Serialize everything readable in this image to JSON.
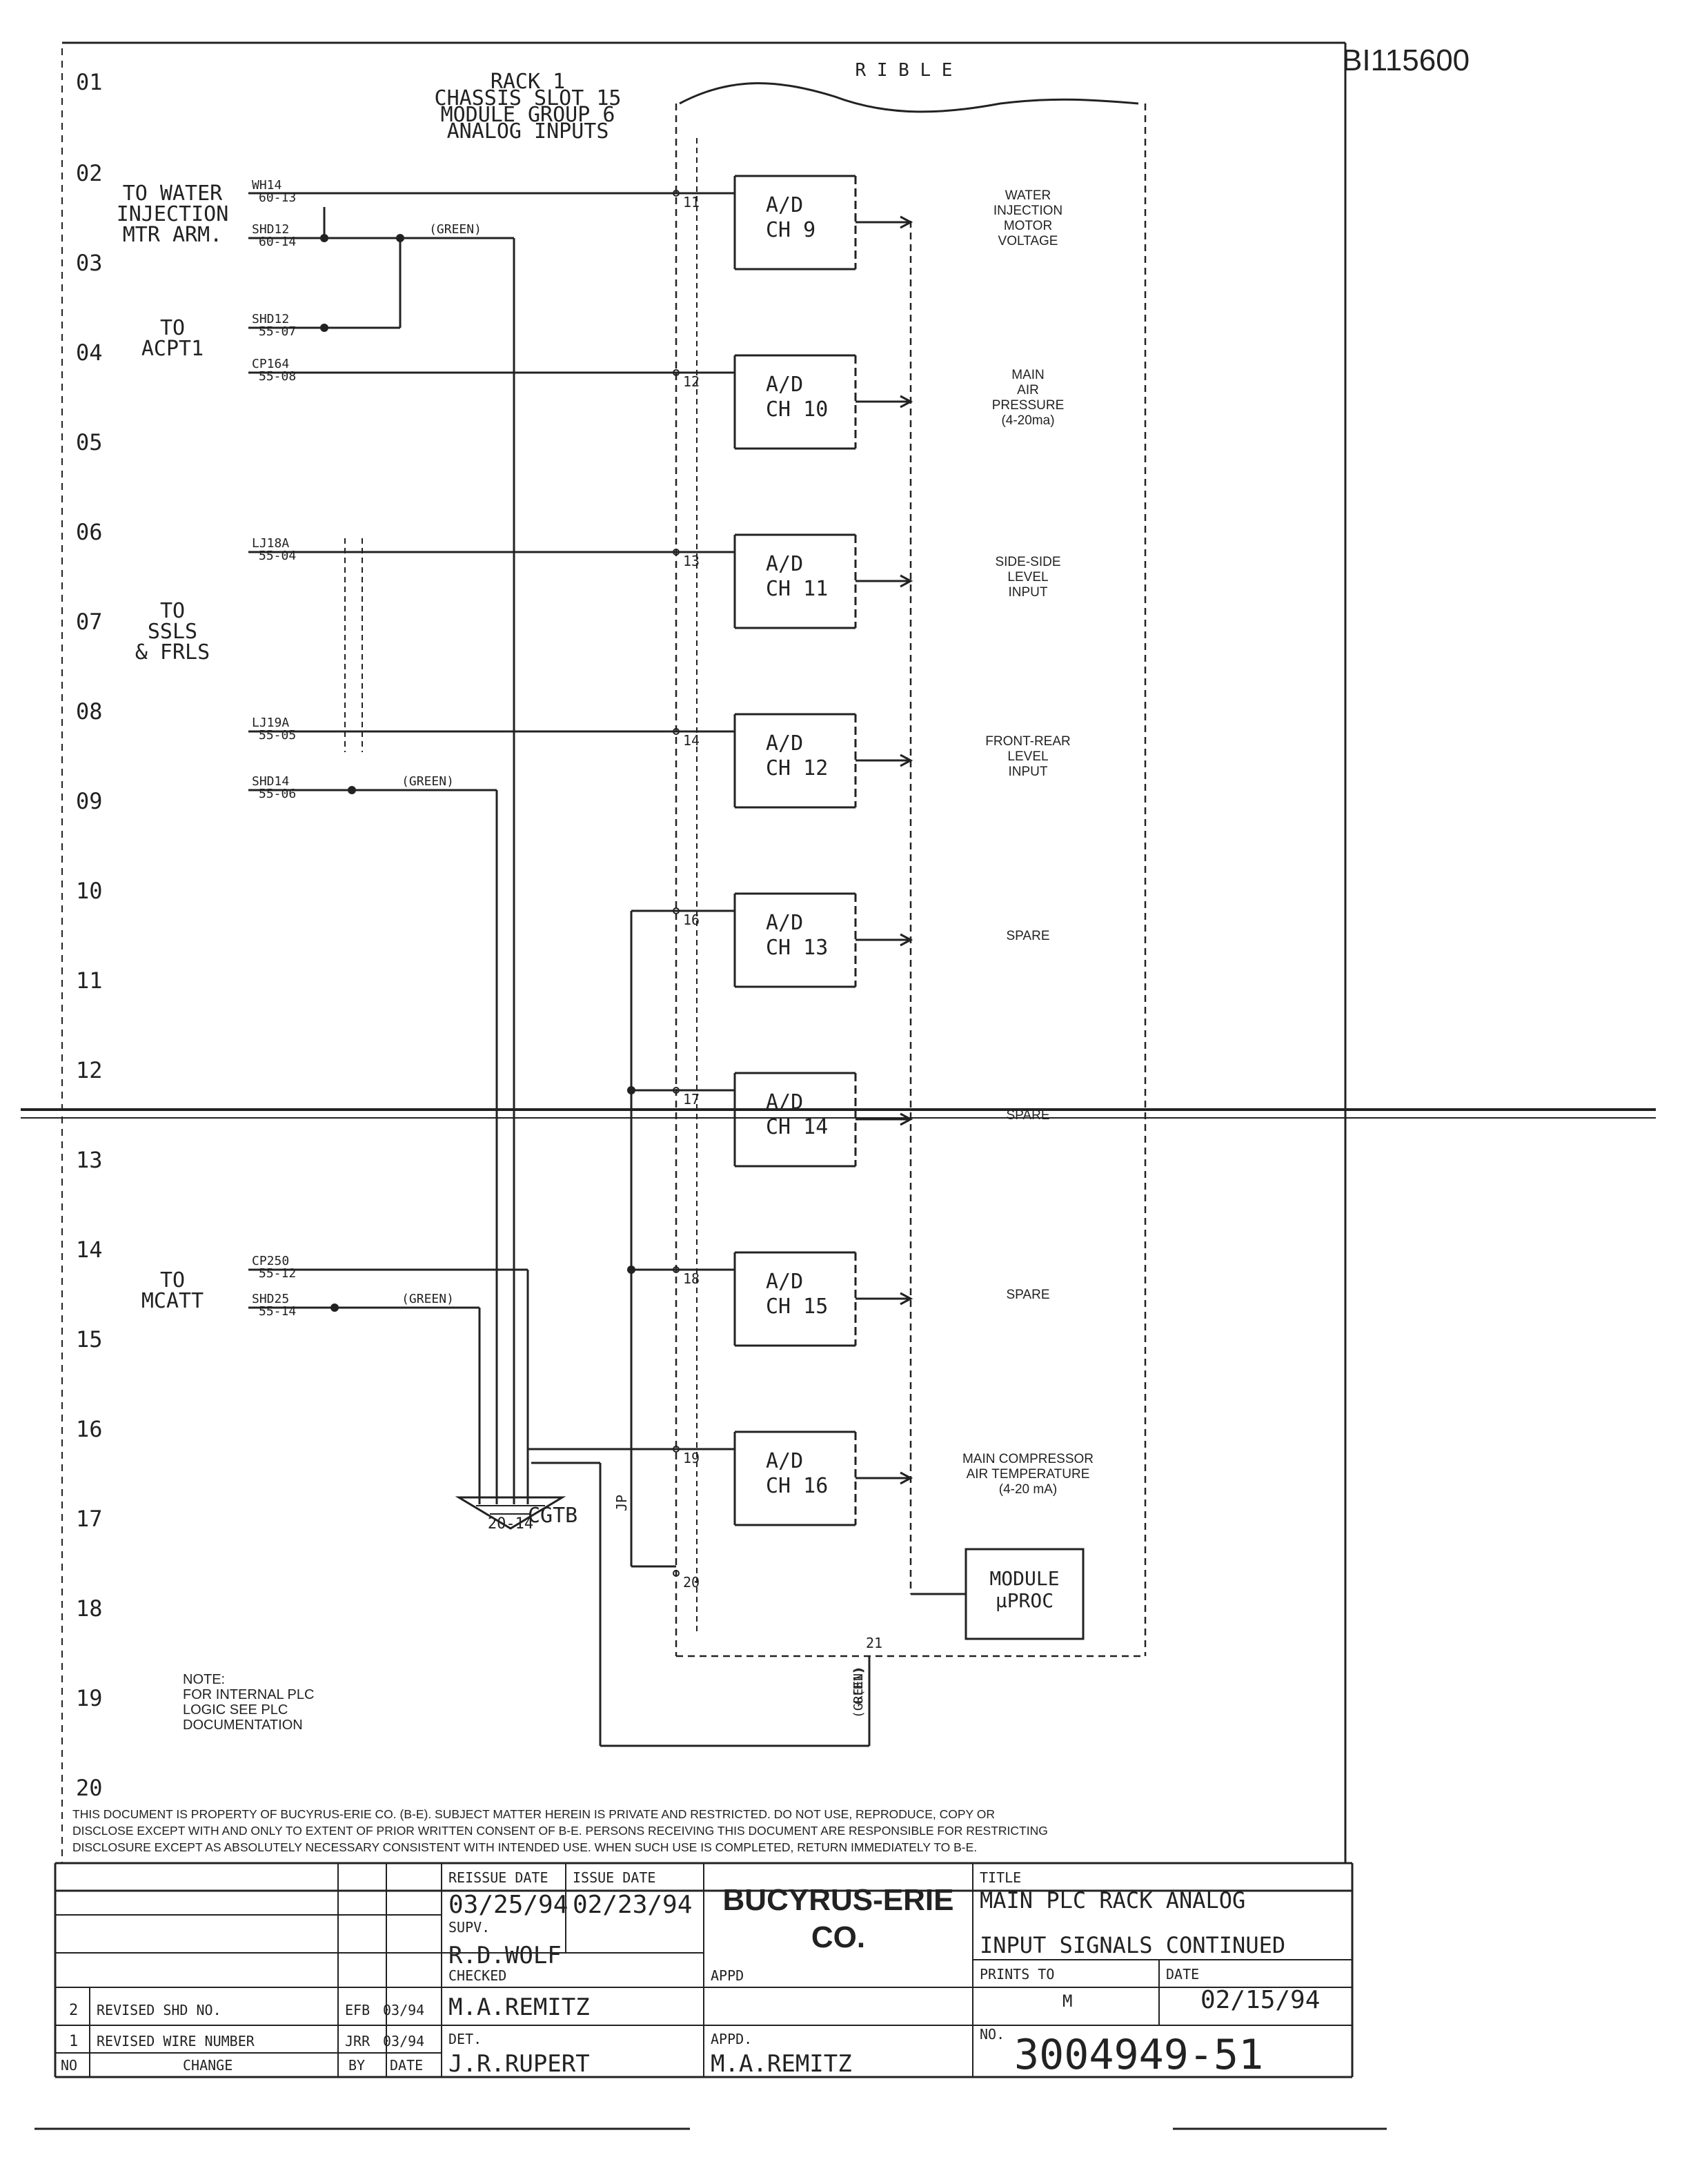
{
  "doc_id": "BI115600",
  "rack": {
    "title_lines": [
      "RACK 1",
      "CHASSIS SLOT 15",
      "MODULE GROUP 6",
      "ANALOG INPUTS"
    ],
    "cable_label": "R I B L E"
  },
  "row_numbers": [
    "01",
    "02",
    "03",
    "04",
    "05",
    "06",
    "07",
    "08",
    "09",
    "10",
    "11",
    "12",
    "13",
    "14",
    "15",
    "16",
    "17",
    "18",
    "19",
    "20"
  ],
  "destinations": [
    {
      "lines": [
        "TO WATER",
        "INJECTION",
        "MTR ARM."
      ]
    },
    {
      "lines": [
        "TO",
        "ACPT1"
      ]
    },
    {
      "lines": [
        "TO",
        "SSLS",
        "& FRLS"
      ]
    },
    {
      "lines": [
        "TO",
        "MCATT"
      ]
    }
  ],
  "wires": [
    {
      "id": "WH14",
      "term": "60-13"
    },
    {
      "id": "SHD12",
      "term": "60-14"
    },
    {
      "id": "SHD12",
      "term": "55-07"
    },
    {
      "id": "CP164",
      "term": "55-08"
    },
    {
      "id": "LJ18A",
      "term": "55-04"
    },
    {
      "id": "LJ19A",
      "term": "55-05"
    },
    {
      "id": "SHD14",
      "term": "55-06"
    },
    {
      "id": "CP250",
      "term": "55-12"
    },
    {
      "id": "SHD25",
      "term": "55-14"
    }
  ],
  "green_label": "(GREEN)",
  "terminals": [
    "11",
    "12",
    "13",
    "14",
    "16",
    "17",
    "18",
    "19",
    "20",
    "21"
  ],
  "channels": [
    {
      "name": "A/D",
      "ch": "CH 9",
      "signal": [
        "WATER",
        "INJECTION",
        "MOTOR",
        "VOLTAGE"
      ]
    },
    {
      "name": "A/D",
      "ch": "CH 10",
      "signal": [
        "MAIN",
        "AIR",
        "PRESSURE",
        "(4-20ma)"
      ]
    },
    {
      "name": "A/D",
      "ch": "CH 11",
      "signal": [
        "SIDE-SIDE",
        "LEVEL",
        "INPUT"
      ]
    },
    {
      "name": "A/D",
      "ch": "CH 12",
      "signal": [
        "FRONT-REAR",
        "LEVEL",
        "INPUT"
      ]
    },
    {
      "name": "A/D",
      "ch": "CH 13",
      "signal": [
        "SPARE"
      ]
    },
    {
      "name": "A/D",
      "ch": "CH 14",
      "signal": [
        "SPARE"
      ]
    },
    {
      "name": "A/D",
      "ch": "CH 15",
      "signal": [
        "SPARE"
      ]
    },
    {
      "name": "A/D",
      "ch": "CH 16",
      "signal": [
        "MAIN COMPRESSOR",
        "AIR TEMPERATURE",
        "(4-20 mA)"
      ]
    }
  ],
  "module": {
    "lines": [
      "MODULE",
      "µPROC"
    ]
  },
  "ground": {
    "label": "CGTB",
    "wire": "20-14",
    "jumper": "JP"
  },
  "ground_wire": {
    "lines": [
      "G(B1)",
      "(GREEN)"
    ]
  },
  "note": {
    "lines": [
      "NOTE:",
      "FOR INTERNAL PLC",
      "LOGIC SEE PLC",
      "DOCUMENTATION"
    ]
  },
  "disclaimer": [
    "THIS DOCUMENT IS PROPERTY OF BUCYRUS-ERIE CO. (B-E). SUBJECT MATTER HEREIN IS PRIVATE AND RESTRICTED. DO NOT USE, REPRODUCE, COPY OR",
    "DISCLOSE EXCEPT WITH AND ONLY TO EXTENT OF PRIOR WRITTEN CONSENT OF B-E. PERSONS RECEIVING THIS DOCUMENT ARE RESPONSIBLE FOR RESTRICTING",
    "DISCLOSURE EXCEPT AS ABSOLUTELY NECESSARY CONSISTENT WITH INTENDED USE. WHEN SUCH USE IS COMPLETED, RETURN IMMEDIATELY TO B-E."
  ],
  "title_block": {
    "reissue_label": "REISSUE DATE",
    "reissue_date": "03/25/94",
    "issue_label": "ISSUE DATE",
    "issue_date": "02/23/94",
    "company_lines": [
      "BUCYRUS-ERIE",
      "CO."
    ],
    "title_label": "TITLE",
    "title_lines": [
      "MAIN PLC RACK ANALOG",
      "INPUT SIGNALS CONTINUED"
    ],
    "supv_label": "SUPV.",
    "supv": "R.D.WOLF",
    "checked_label": "CHECKED",
    "checked": "M.A.REMITZ",
    "appd_label": "APPD",
    "det_label": "DET.",
    "det": "J.R.RUPERT",
    "appd2_label": "APPD.",
    "appd2": "M.A.REMITZ",
    "prints_to_label": "PRINTS TO",
    "prints_to": "M",
    "date_label": "DATE",
    "date": "02/15/94",
    "no_label": "NO.",
    "doc_no": "3004949-51",
    "revisions": [
      {
        "no": "2",
        "change": "REVISED SHD NO.",
        "by": "EFB",
        "date": "03/94"
      },
      {
        "no": "1",
        "change": "REVISED WIRE NUMBER",
        "by": "JRR",
        "date": "03/94"
      }
    ],
    "rev_headers": [
      "NO",
      "CHANGE",
      "BY",
      "DATE"
    ]
  }
}
